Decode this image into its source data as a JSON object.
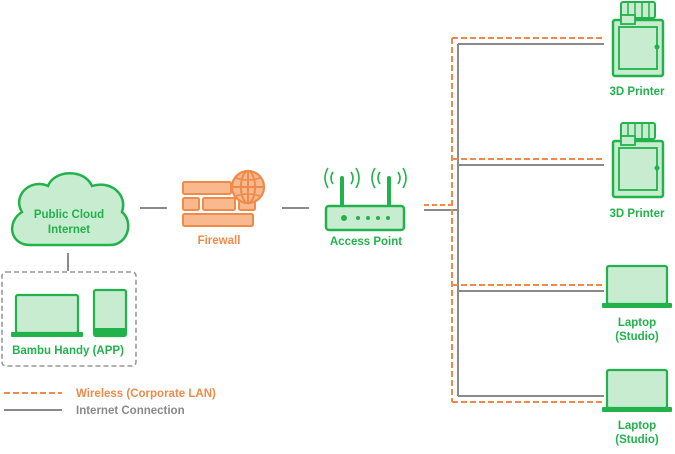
{
  "nodes": {
    "cloud": {
      "label_line1": "Public Cloud",
      "label_line2": "Internet"
    },
    "firewall": {
      "label": "Firewall"
    },
    "access_point": {
      "label": "Access Point"
    },
    "app": {
      "label": "Bambu Handy (APP)"
    },
    "printer_1": {
      "label": "3D Printer"
    },
    "printer_2": {
      "label": "3D Printer"
    },
    "laptop_1": {
      "label_line1": "Laptop",
      "label_line2": "(Studio)"
    },
    "laptop_2": {
      "label_line1": "Laptop",
      "label_line2": "(Studio)"
    }
  },
  "legend": {
    "wireless": "Wireless (Corporate LAN)",
    "internet": "Internet Connection"
  },
  "colors": {
    "green": "#22b24c",
    "green_fill": "#c8ecd0",
    "orange": "#f08a4b",
    "gray": "#8a8a8a",
    "dashed_box": "#9a9a9a"
  }
}
